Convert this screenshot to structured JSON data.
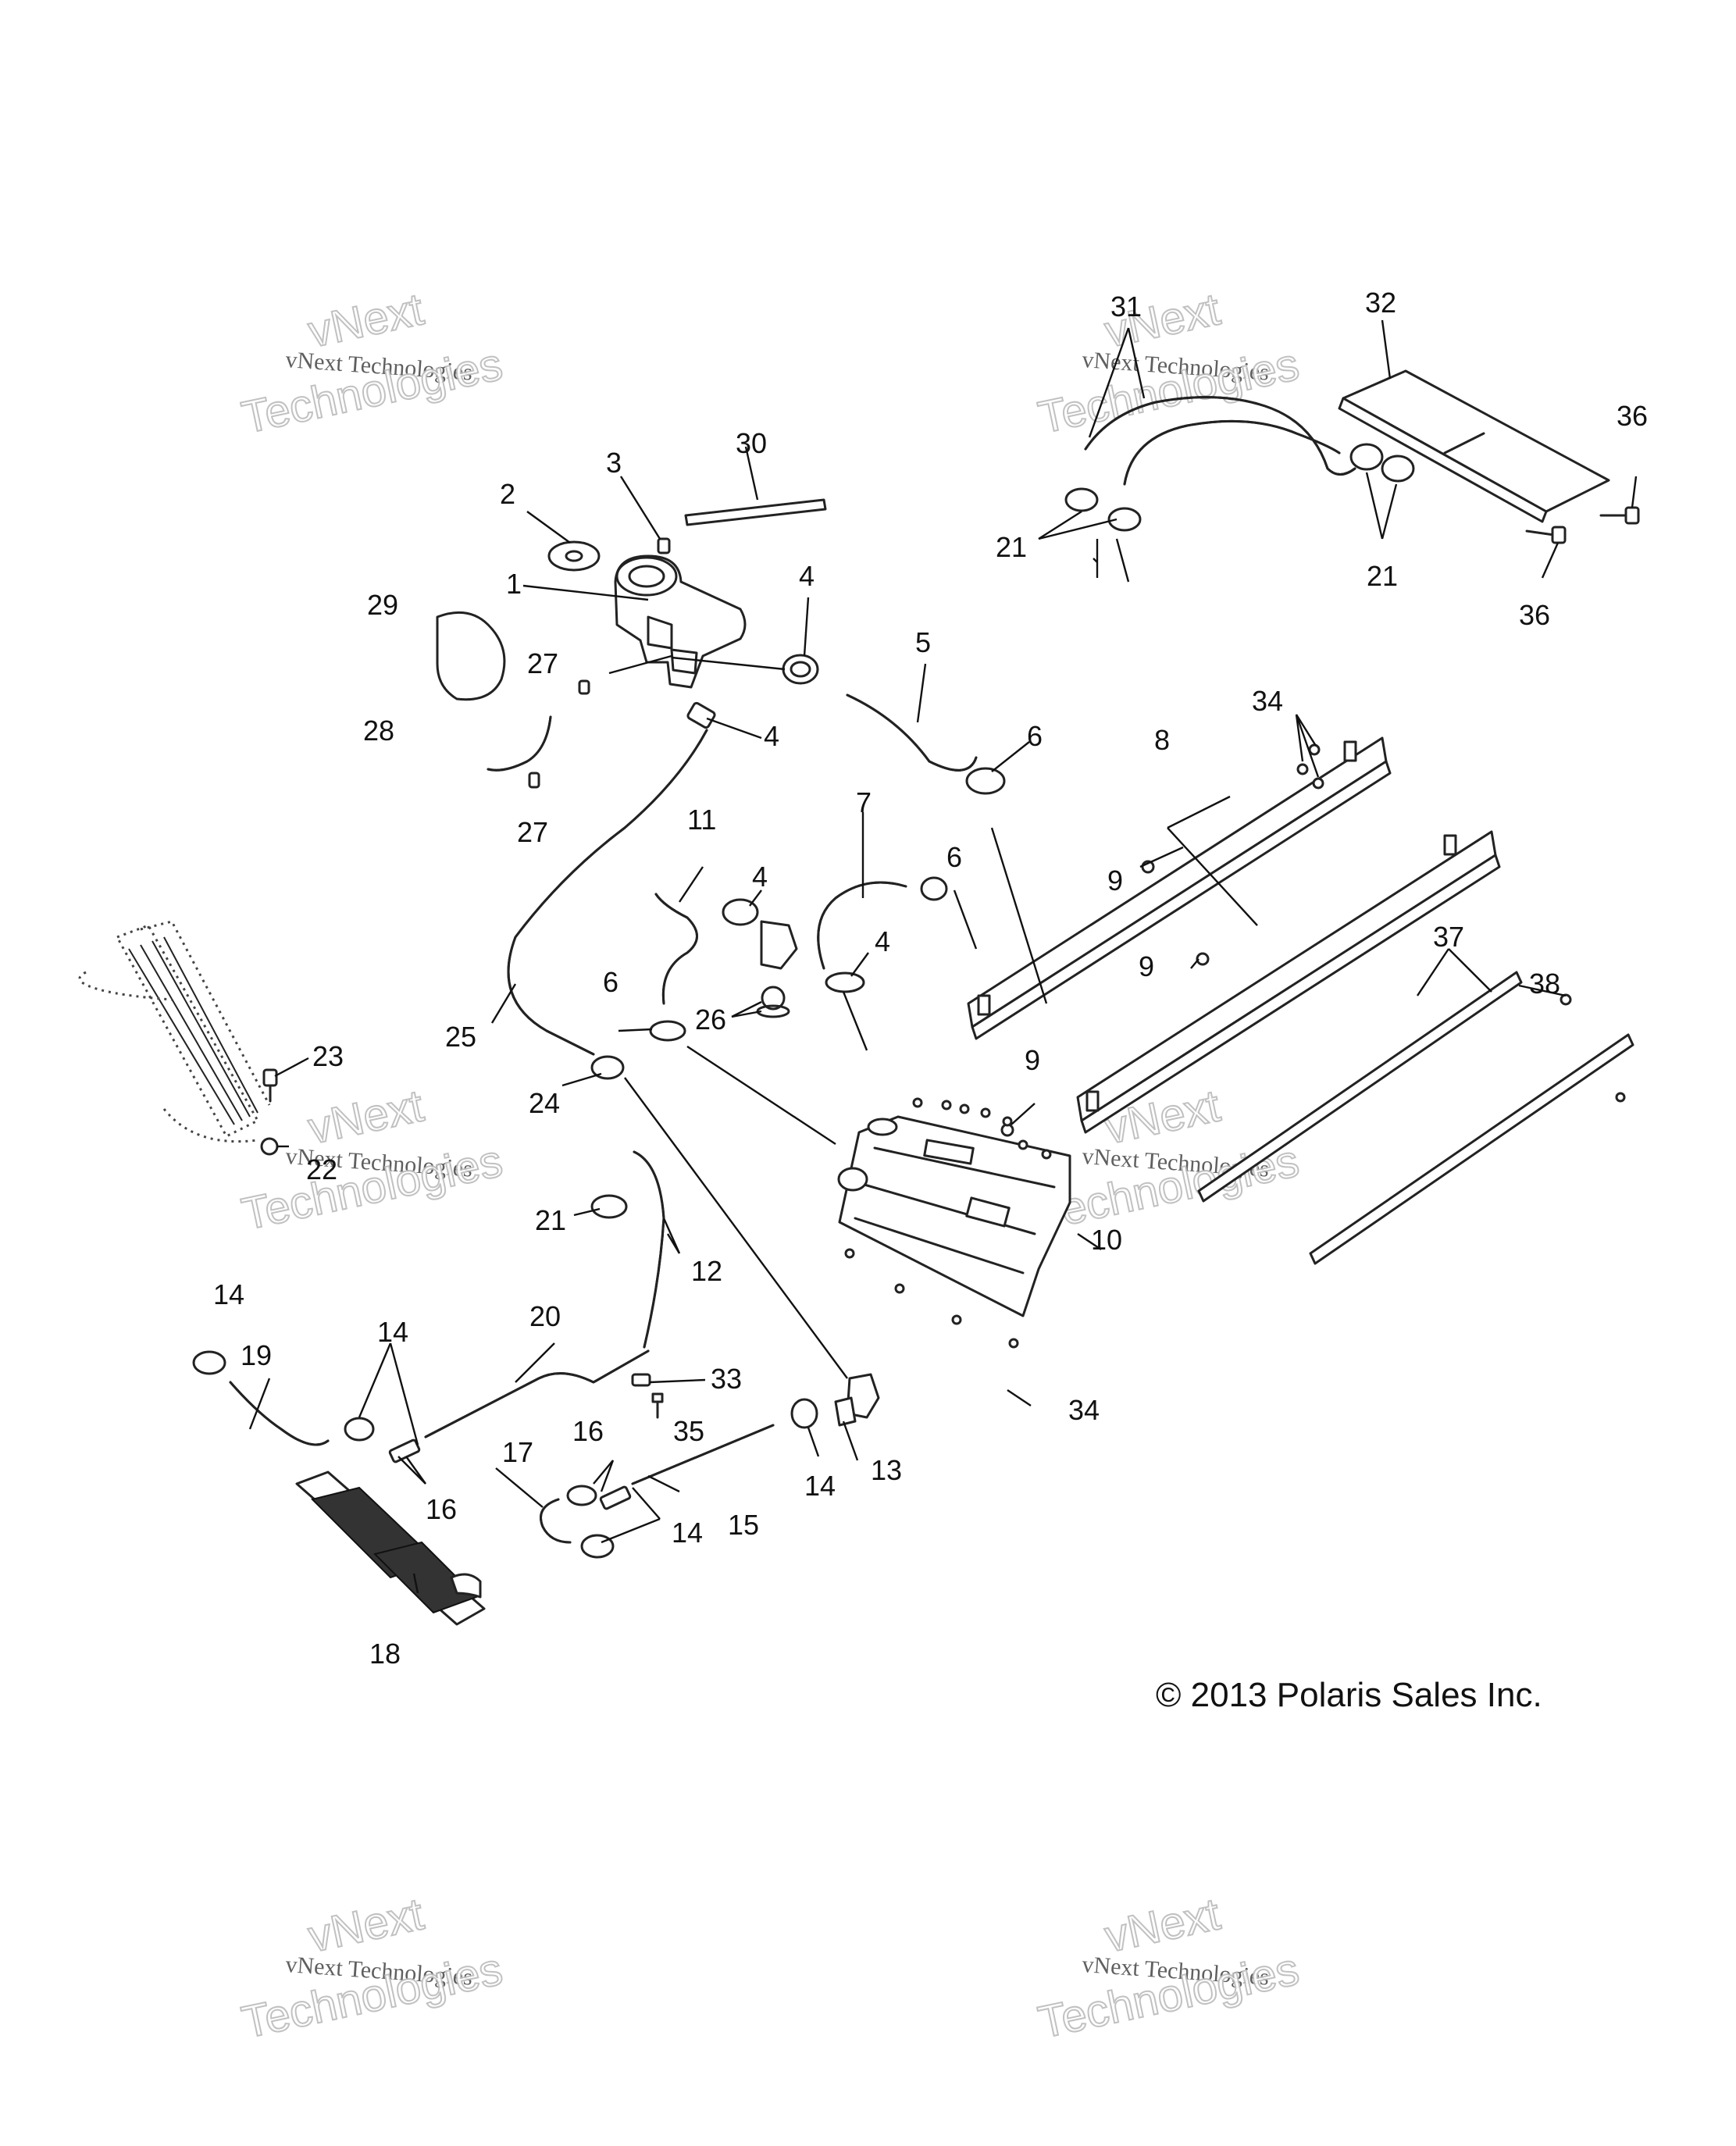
{
  "callouts": {
    "c1": "1",
    "c2": "2",
    "c3": "3",
    "c4": "4",
    "c5": "5",
    "c6": "6",
    "c7": "7",
    "c8": "8",
    "c9": "9",
    "c10": "10",
    "c11": "11",
    "c12": "12",
    "c13": "13",
    "c14": "14",
    "c15": "15",
    "c16": "16",
    "c17": "17",
    "c18": "18",
    "c19": "19",
    "c20": "20",
    "c21": "21",
    "c22": "22",
    "c23": "23",
    "c24": "24",
    "c25": "25",
    "c26": "26",
    "c27": "27",
    "c28": "28",
    "c29": "29",
    "c30": "30",
    "c31": "31",
    "c32": "32",
    "c33": "33",
    "c34": "34",
    "c35": "35",
    "c36": "36",
    "c37": "37",
    "c38": "38"
  },
  "copyright": "© 2013 Polaris Sales Inc.",
  "watermark": {
    "line_small": "vNext Technologies",
    "line_big": "Technologies",
    "line_top": "vNext"
  }
}
